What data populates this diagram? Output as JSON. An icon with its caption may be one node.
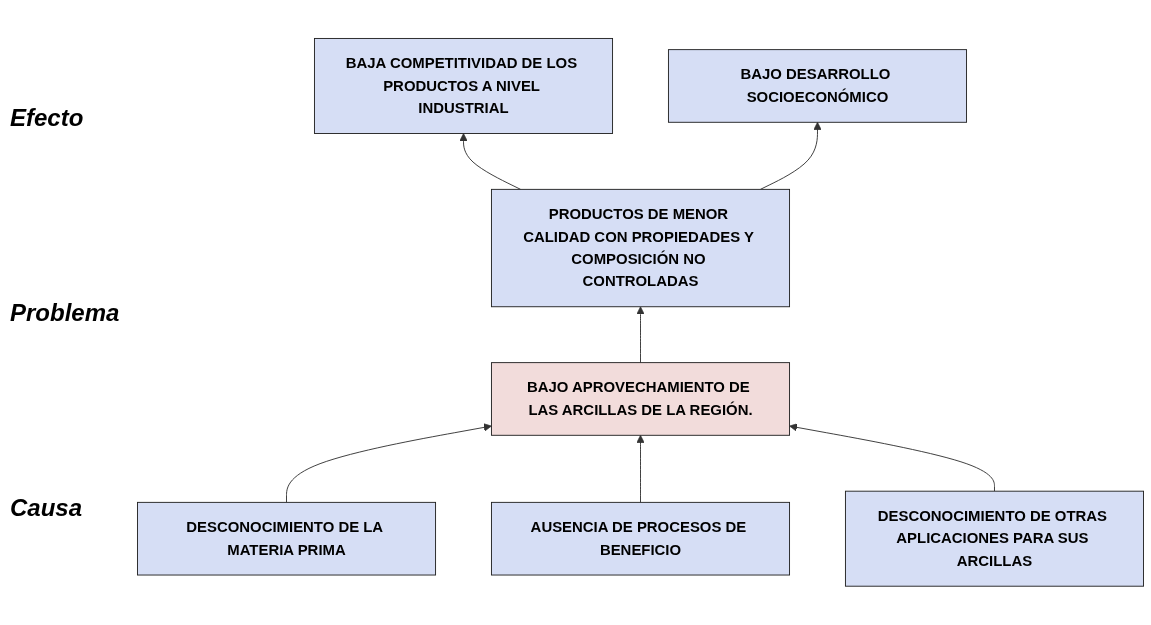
{
  "diagram": {
    "nodes": [
      {
        "text": [
          "BAJA COMPETITIVIDAD DE LOS PRODUCTOS A NIVEL INDUSTRIAL"
        ]
      },
      {
        "text": [
          "PRODUCTOS DE MENOR CALIDAD CON PROPIEDADES Y COMPOSICIÓN NO CONTROLADAS"
        ]
      },
      {
        "text": [
          "BAJO DESARROLLO SOCIOECONÓMICO"
        ]
      },
      {
        "text": [
          "BAJO APROVECHAMIENTO DE LAS ARCILLAS DE LA REGIÓN."
        ]
      },
      {
        "text": [
          "DESCONOCIMIENTO DE LA MATERIA PRIMA"
        ]
      },
      {
        "text": [
          "AUSENCIA DE PROCESOS DE BENEFICIO"
        ]
      },
      {
        "text": [
          "DESCONOCIMIENTO DE OTRAS APLICACIONES PARA SUS ARCILLAS"
        ]
      }
    ],
    "edges": [
      {
        "from": 1,
        "to": 0,
        "arrow": "to"
      },
      {
        "from": 1,
        "to": 2,
        "arrow": "to"
      },
      {
        "from": 3,
        "to": 1,
        "arrow": "to"
      },
      {
        "from": 4,
        "to": 3,
        "arrow": "to"
      },
      {
        "from": 5,
        "to": 3,
        "arrow": "to"
      },
      {
        "from": 6,
        "to": 3,
        "arrow": "to"
      }
    ],
    "labels": [
      "Efecto",
      "Problema",
      "Causa"
    ]
  }
}
